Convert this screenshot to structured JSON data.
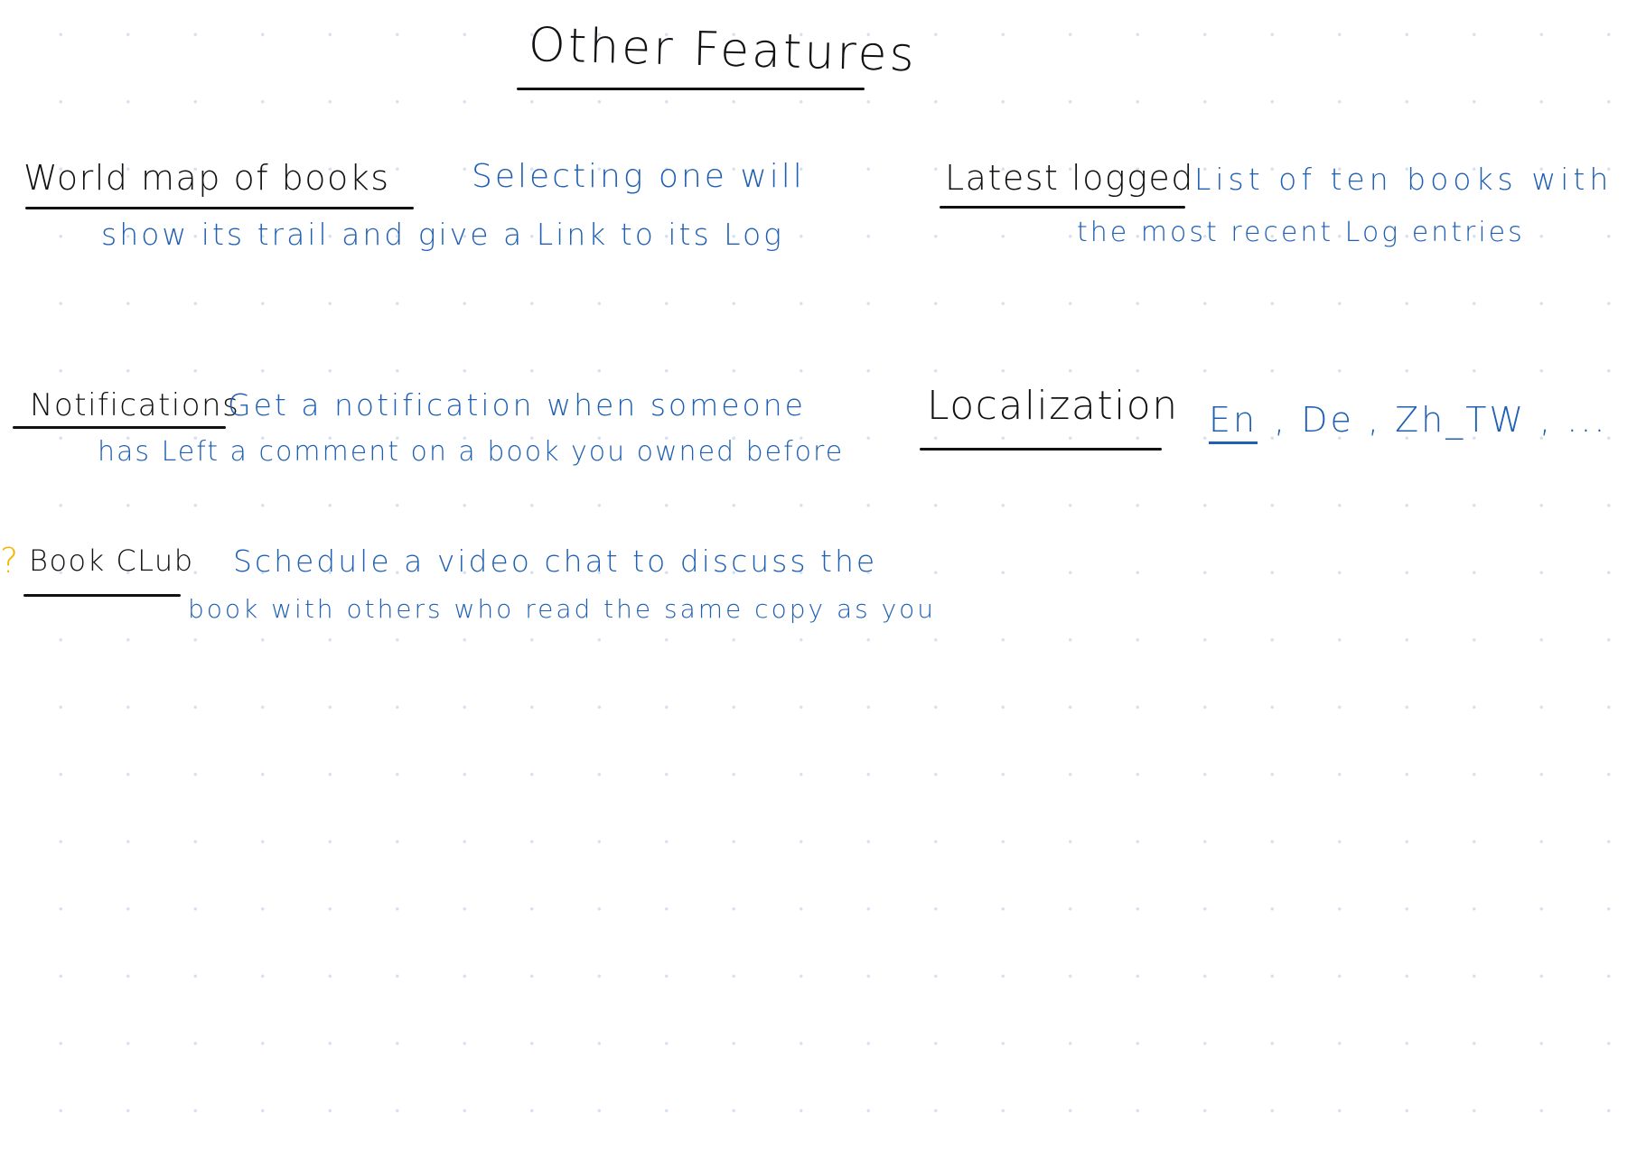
{
  "page": {
    "title": "Other Features",
    "colors": {
      "ink_black": "#111111",
      "ink_blue": "#1f5fb4",
      "grid_dot": "#d6e2f2",
      "highlight_yellow": "#f2b600"
    }
  },
  "features": {
    "world_map": {
      "heading": "World map of books",
      "line1": "Selecting one will",
      "line2": "show its trail and give a Link to its Log"
    },
    "latest_logged": {
      "heading": "Latest logged",
      "line1": "List of ten books with",
      "line2": "the most recent Log entries"
    },
    "notifications": {
      "heading": "Notifications",
      "line1": "Get a notification when someone",
      "line2": "has Left a comment on a book you owned before"
    },
    "localization": {
      "heading": "Localization",
      "lang_en": "En",
      "rest": ", De , Zh_TW , ..."
    },
    "book_club": {
      "marker": "?",
      "heading": "Book CLub",
      "line1": "Schedule a video chat to discuss the",
      "line2": "book with others who read the same copy as you"
    }
  }
}
